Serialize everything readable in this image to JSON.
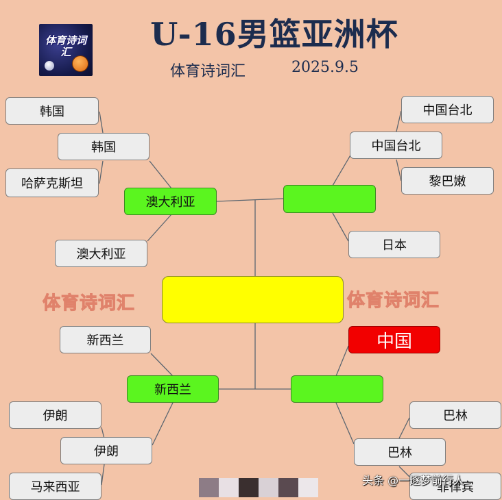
{
  "header": {
    "title": "U-16男篮亚洲杯",
    "subtitle": "体育诗词汇",
    "date": "2025.9.5",
    "logo_text": "体育诗词汇"
  },
  "bracket": {
    "left_top": {
      "round1": [
        "韩国",
        "哈萨克斯坦"
      ],
      "round2": [
        "韩国",
        "澳大利亚"
      ],
      "semifinal_winner": "澳大利亚"
    },
    "right_top": {
      "round1": [
        "中国台北",
        "黎巴嫩"
      ],
      "round2": [
        "中国台北",
        "日本"
      ],
      "semifinal_winner": ""
    },
    "left_bottom": {
      "round1": [
        "伊朗",
        "马来西亚"
      ],
      "round2": [
        "新西兰",
        "伊朗"
      ],
      "semifinal_winner": "新西兰"
    },
    "right_bottom": {
      "round1": [
        "巴林",
        "菲律宾"
      ],
      "round2": [
        "中国",
        "巴林"
      ],
      "semifinal_winner": ""
    },
    "final": ""
  },
  "watermarks": [
    "体育诗词汇",
    "体育诗词汇"
  ],
  "footer": {
    "credit": "头条 @一逐梦前行人"
  },
  "colors": {
    "background": "#f3c4a8",
    "team_box": "#ededed",
    "semifinal_box": "#5bf51f",
    "final_box": "#ffff00",
    "highlight_box": "#f20000",
    "title_text": "#1c2c4e"
  }
}
